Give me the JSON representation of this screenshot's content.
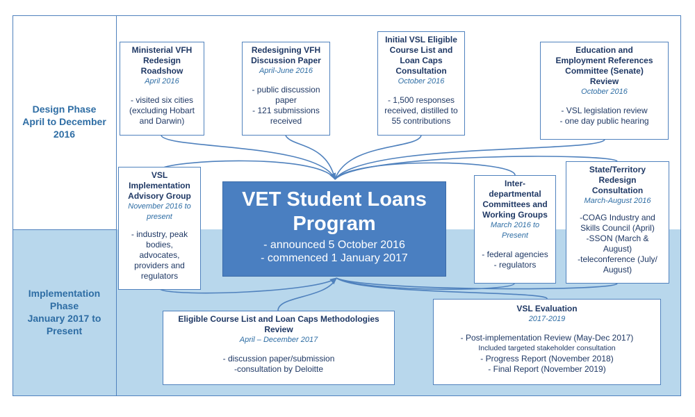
{
  "phases": {
    "design": "Design Phase\nApril to December\n2016",
    "implementation": "Implementation\nPhase\nJanuary 2017 to\nPresent"
  },
  "center": {
    "title": "VET Student Loans\nProgram",
    "line1": "- announced 5 October 2016",
    "line2": "- commenced 1 January 2017"
  },
  "boxes": {
    "roadshow": {
      "title": "Ministerial VFH\nRedesign\nRoadshow",
      "date": "April 2016",
      "body": "- visited six cities\n(excluding Hobart\nand Darwin)"
    },
    "discussion_paper": {
      "title": "Redesigning VFH\nDiscussion Paper",
      "date": "April-June 2016",
      "body": "- public discussion\npaper\n- 121 submissions\nreceived"
    },
    "course_list": {
      "title": "Initial VSL Eligible\nCourse List and\nLoan Caps\nConsultation",
      "date": "October 2016",
      "body": "- 1,500 responses\nreceived, distilled to\n55 contributions"
    },
    "senate": {
      "title": "Education and\nEmployment References\nCommittee (Senate)\nReview",
      "date": "October 2016",
      "body": "- VSL legislation review\n- one day public hearing"
    },
    "advisory": {
      "title": "VSL\nImplementation\nAdvisory Group",
      "date": "November 2016 to\npresent",
      "body": "- industry, peak\nbodies,\nadvocates,\nproviders and\nregulators"
    },
    "interdepartmental": {
      "title": "Inter-\ndepartmental\nCommittees and\nWorking Groups",
      "date": "March 2016 to\nPresent",
      "body": "- federal agencies\n- regulators"
    },
    "state": {
      "title": "State/Territory\nRedesign\nConsultation",
      "date": "March-August 2016",
      "body": "-COAG Industry and\nSkills Council (April)\n-SSON (March &\nAugust)\n-teleconference (July/\nAugust)"
    },
    "methodologies": {
      "title": "Eligible Course List and Loan Caps Methodologies\nReview",
      "date": "April – December 2017",
      "body": "- discussion paper/submission\n-consultation by Deloitte"
    },
    "evaluation": {
      "title": "VSL Evaluation",
      "date": "2017-2019",
      "body_l1": "- Post-implementation Review (May-Dec 2017)",
      "body_l2": "Included targeted stakeholder consultation",
      "body_l3": "- Progress Report (November 2018)\n- Final Report (November 2019)"
    }
  },
  "colors": {
    "border": "#4f81bd",
    "center_fill": "#4a7fc1",
    "implementation_band": "#b8d7ec",
    "phase_text": "#2e6da4"
  }
}
